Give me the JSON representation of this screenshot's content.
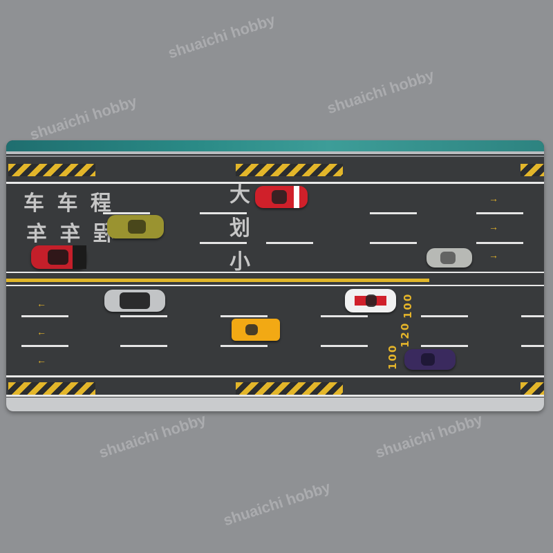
{
  "watermark": "shuaichi hobby",
  "road_text": {
    "left_column_top": "车 车 程",
    "left_column_bottom": "程 车 车",
    "middle_vertical": "大 划 小"
  },
  "speed_marks": [
    "100",
    "120",
    "100"
  ],
  "colors": {
    "background": "#8f9194",
    "asphalt": "#383a3c",
    "lane_yellow": "#e0b62a",
    "lane_white": "#e9e9e9",
    "mat_edge": "#2a8a86"
  },
  "cars": [
    {
      "name": "red-white-race-car",
      "body": "#d0202a",
      "accent": "#ffffff"
    },
    {
      "name": "gold-sports-car",
      "body": "#9a9330",
      "accent": "#6f6a20"
    },
    {
      "name": "red-black-car",
      "body": "#c41f2a",
      "accent": "#1b1b1b"
    },
    {
      "name": "silver-grey-car",
      "body": "#b7b9b5",
      "accent": "#666"
    },
    {
      "name": "silver-black-car",
      "body": "#c2c4c6",
      "accent": "#111"
    },
    {
      "name": "white-red-rally-car",
      "body": "#f1f1f1",
      "accent": "#d0202a"
    },
    {
      "name": "yellow-le-mans-car",
      "body": "#f2a914",
      "accent": "#2a2a2a"
    },
    {
      "name": "purple-hypercar",
      "body": "#3a2a5e",
      "accent": "#1b1530"
    }
  ]
}
